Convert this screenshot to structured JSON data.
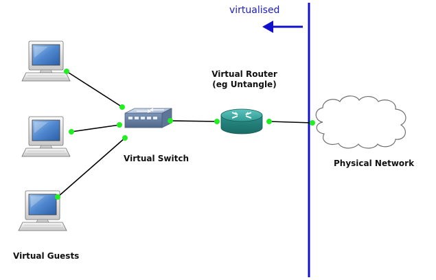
{
  "labels": {
    "virtualised": "virtualised",
    "router_line1": "Virtual Router",
    "router_line2": "(eg Untangle)",
    "switch": "Virtual Switch",
    "network": "Physical Network",
    "guests": "Virtual Guests"
  },
  "icons": {
    "guest": "computer-icon",
    "switch": "switch-icon",
    "router": "router-icon",
    "network": "cloud-icon",
    "direction": "arrow-left-icon"
  },
  "colors": {
    "boundary": "#1010cc",
    "link": "#000000",
    "port": "#22ee22",
    "router": "#2e9a92",
    "switch": "#7f9bbd"
  }
}
